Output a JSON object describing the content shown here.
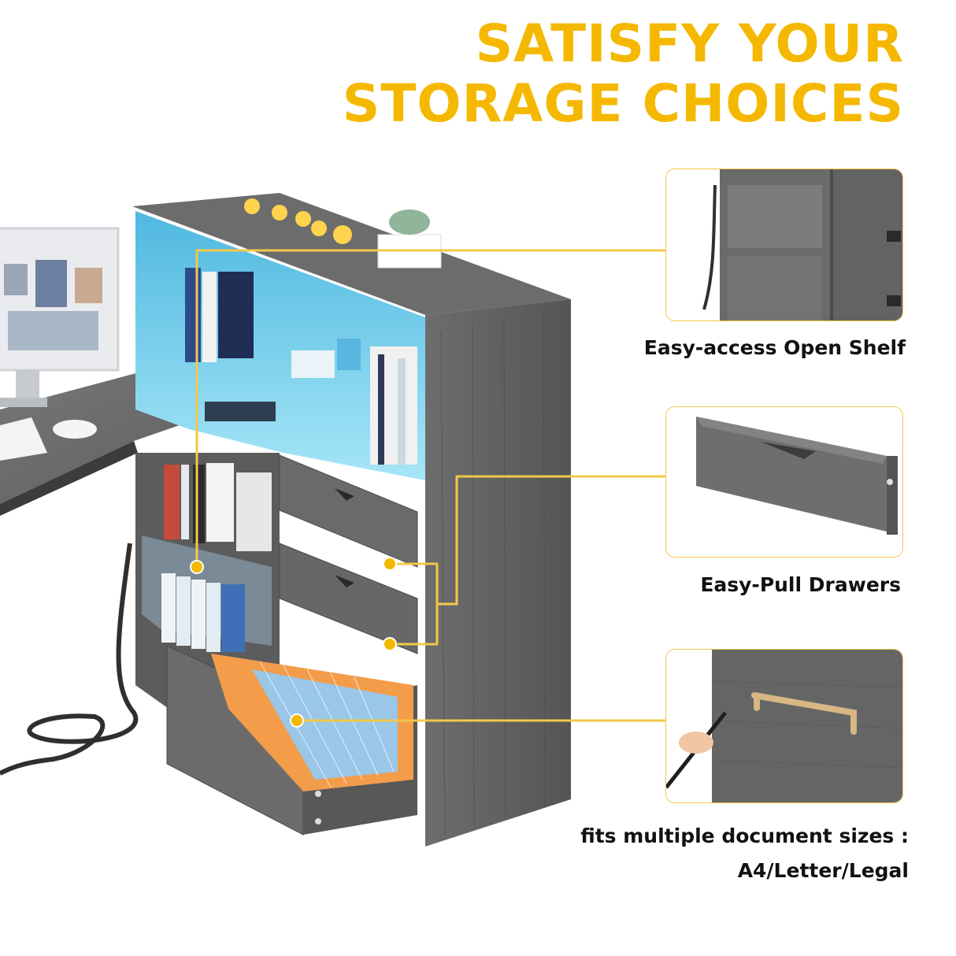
{
  "headline": {
    "line1": "SATISFY YOUR",
    "line2": "STORAGE CHOICES"
  },
  "features": [
    {
      "caption": "Easy-access Open Shelf"
    },
    {
      "caption": "Easy-Pull Drawers"
    },
    {
      "caption_line1": "fits multiple document sizes :",
      "caption_line2": "A4/Letter/Legal"
    }
  ],
  "colors": {
    "accent": "#f5b800",
    "callout_line": "#f2c84b",
    "wood": "#5f5f5f",
    "led": "#7ad6f0"
  }
}
